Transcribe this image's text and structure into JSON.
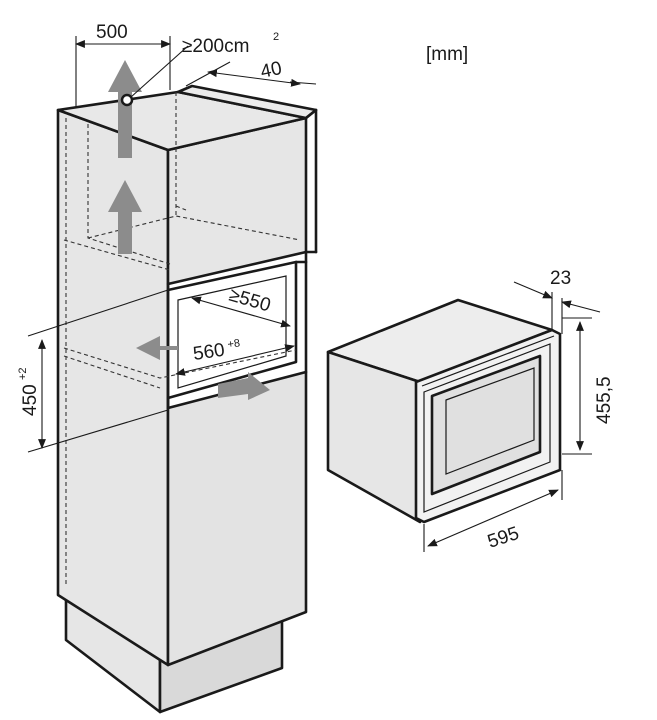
{
  "units_label": "[mm]",
  "dimensions": {
    "top_width": "500",
    "vent_area": "≥200cm",
    "vent_area_sup": "2",
    "top_depth": "40",
    "niche_depth": "≥550",
    "niche_width": "560",
    "niche_width_sup": "+8",
    "niche_height": "450",
    "niche_height_sup": "+2",
    "appliance_depth": "23",
    "appliance_height": "455,5",
    "appliance_width": "595"
  },
  "colors": {
    "panel_fill": "#e6e6e6",
    "panel_side": "#d6d6d6",
    "outline": "#1a1a1a",
    "airflow_arrow": "#8c8c8c",
    "glass_fill": "#c8c8c8"
  }
}
